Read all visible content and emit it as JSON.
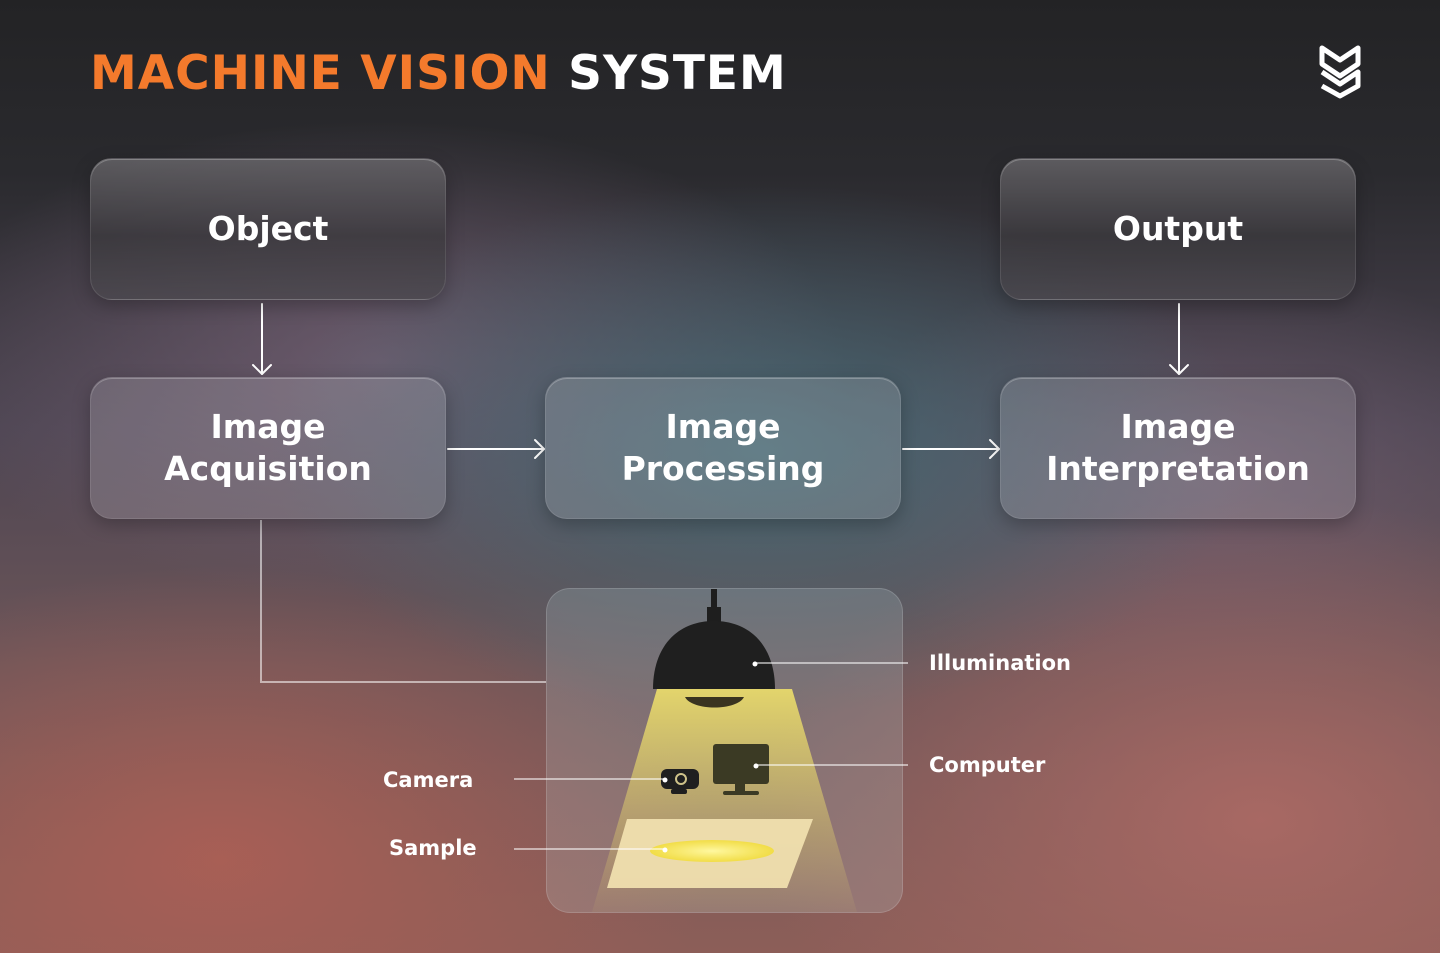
{
  "header": {
    "title_accent": "MACHINE VISION",
    "title_rest": "SYSTEM",
    "accent_color": "#f47a2c"
  },
  "logo": {
    "icon": "ms-monogram-icon"
  },
  "nodes": {
    "object": {
      "label": "Object"
    },
    "output": {
      "label": "Output"
    },
    "acquisition": {
      "line1": "Image",
      "line2": "Acquisition"
    },
    "processing": {
      "line1": "Image",
      "line2": "Processing"
    },
    "interpretation": {
      "line1": "Image",
      "line2": "Interpretation"
    }
  },
  "scene_labels": {
    "illumination": "Illumination",
    "computer": "Computer",
    "camera": "Camera",
    "sample": "Sample"
  },
  "icons": [
    "lamp-icon",
    "camera-icon",
    "computer-monitor-icon",
    "sample-slide-icon"
  ],
  "colors": {
    "light_beam": "#f5e66a",
    "sample_spot": "#f2dd3c"
  }
}
